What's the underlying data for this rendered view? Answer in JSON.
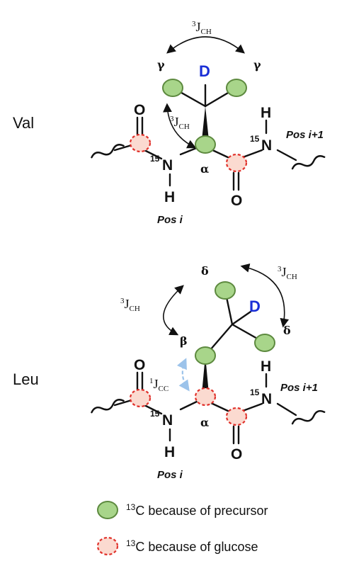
{
  "val": {
    "residue": "Val",
    "side_label": "γ",
    "alpha": "α",
    "deuterium": "D",
    "n15": "15",
    "N": "N",
    "H": "H",
    "O": "O",
    "j3_top_base": "J",
    "j3_top_sup": "3",
    "j3_top_sub": "CH",
    "j3_mid_base": "J",
    "j3_mid_sup": "3",
    "j3_mid_sub": "CH",
    "pos_i": "Pos i",
    "pos_i1": "Pos i+1"
  },
  "leu": {
    "residue": "Leu",
    "delta": "δ",
    "beta": "β",
    "alpha": "α",
    "deuterium": "D",
    "n15": "15",
    "N": "N",
    "H": "H",
    "O": "O",
    "j3_left_sup": "3",
    "j3_left_base": "J",
    "j3_left_sub": "CH",
    "j3_right_sup": "3",
    "j3_right_base": "J",
    "j3_right_sub": "CH",
    "j1_sup": "1",
    "j1_base": "J",
    "j1_sub": "CC",
    "pos_i": "Pos i",
    "pos_i1": "Pos i+1"
  },
  "legend": {
    "green_sup": "13",
    "green_text": "C because of precursor",
    "red_sup": "13",
    "red_text": "C because of glucose"
  },
  "colors": {
    "precursor_fill": "#a8d58a",
    "precursor_stroke": "#5d8a3f",
    "glucose_fill": "#fbdad0",
    "glucose_stroke": "#e0302a",
    "deuterium": "#1a2fd6",
    "coupling_1J": "#9cc3ea"
  }
}
